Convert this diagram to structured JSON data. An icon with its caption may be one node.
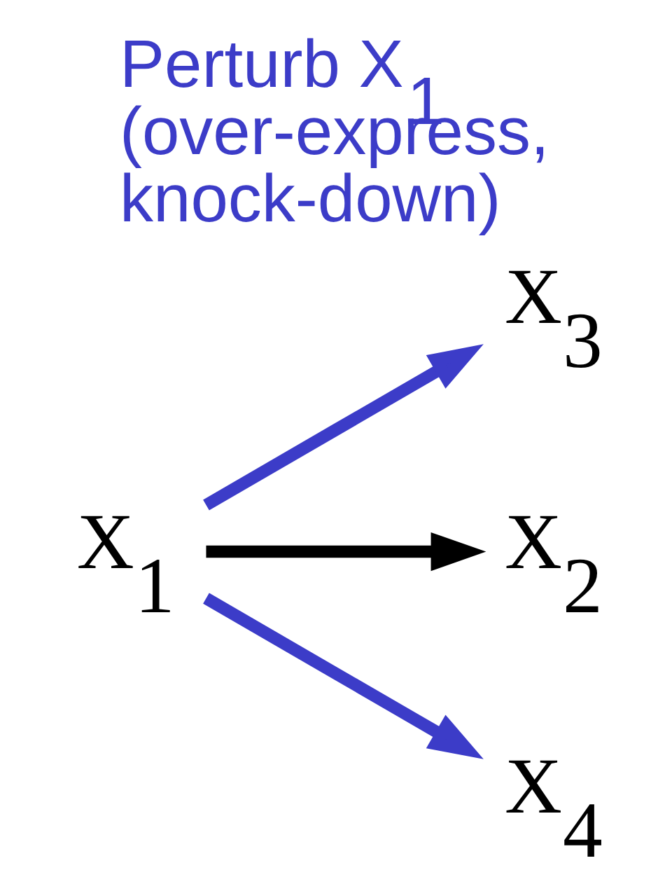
{
  "diagram": {
    "title": "Perturb X$_{1}$ (over-express, knock-down)",
    "nodes": [
      {
        "text": [
          "X$_{1}$"
        ]
      },
      {
        "text": [
          "X$_{3}$"
        ]
      },
      {
        "text": [
          "X$_{2}$"
        ]
      },
      {
        "text": [
          "X$_{4}$"
        ]
      }
    ],
    "edges": [
      {
        "from": 0,
        "to": 1,
        "arrow": "to"
      },
      {
        "from": 0,
        "to": 2,
        "arrow": "to",
        "color": "#000000"
      },
      {
        "from": 0,
        "to": 3,
        "arrow": "to"
      }
    ]
  }
}
